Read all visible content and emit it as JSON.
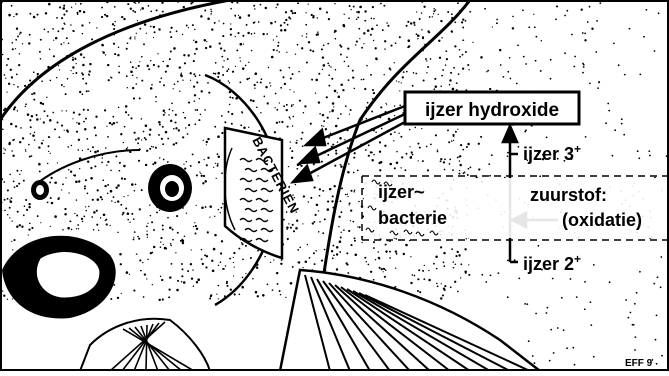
{
  "labels": {
    "hydroxide": "ijzer hydroxide",
    "iron3_prefix": "ijzer 3",
    "iron3_sup": "+",
    "iron2_prefix": "ijzer 2",
    "iron2_sup": "+",
    "bacteria_line1": "ijzer~",
    "bacteria_line2": "bacterie",
    "oxygen": "zuurstof:",
    "oxidation": "(oxidatie)",
    "gill_label": "BACTERIËN",
    "signature": "EFF 9"
  },
  "colors": {
    "ink": "#000000",
    "paper": "#ffffff"
  }
}
